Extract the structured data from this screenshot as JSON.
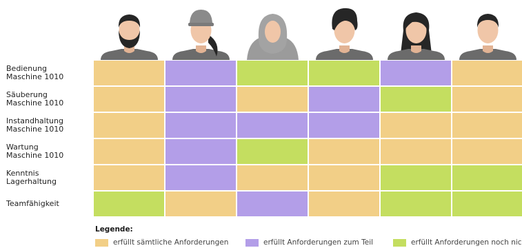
{
  "colors": {
    "full": "#f2cf87",
    "partial": "#b39ee8",
    "none": "#c4de60"
  },
  "people": [
    {
      "name": "person-1-icon"
    },
    {
      "name": "person-2-icon"
    },
    {
      "name": "person-3-icon"
    },
    {
      "name": "person-4-icon"
    },
    {
      "name": "person-5-icon"
    },
    {
      "name": "person-6-icon"
    }
  ],
  "rows": [
    {
      "label": "Bedienung\nMaschine 1010",
      "cells": [
        "full",
        "partial",
        "none",
        "none",
        "partial",
        "full"
      ]
    },
    {
      "label": "Säuberung\nMaschine 1010",
      "cells": [
        "full",
        "partial",
        "full",
        "partial",
        "none",
        "full"
      ]
    },
    {
      "label": "Instandhaltung\nMaschine 1010",
      "cells": [
        "full",
        "partial",
        "partial",
        "partial",
        "full",
        "full"
      ]
    },
    {
      "label": "Wartung\nMaschine 1010",
      "cells": [
        "full",
        "partial",
        "none",
        "full",
        "full",
        "full"
      ]
    },
    {
      "label": "Kenntnis\nLagerhaltung",
      "cells": [
        "full",
        "partial",
        "full",
        "full",
        "none",
        "none"
      ]
    },
    {
      "label": "Teamfähigkeit",
      "cells": [
        "none",
        "full",
        "partial",
        "full",
        "none",
        "none"
      ]
    }
  ],
  "legend": {
    "title": "Legende:",
    "items": [
      {
        "key": "full",
        "label": "erfüllt sämtliche Anforderungen"
      },
      {
        "key": "partial",
        "label": "erfüllt Anforderungen zum Teil"
      },
      {
        "key": "none",
        "label": "erfüllt Anforderungen noch nicht"
      }
    ]
  }
}
